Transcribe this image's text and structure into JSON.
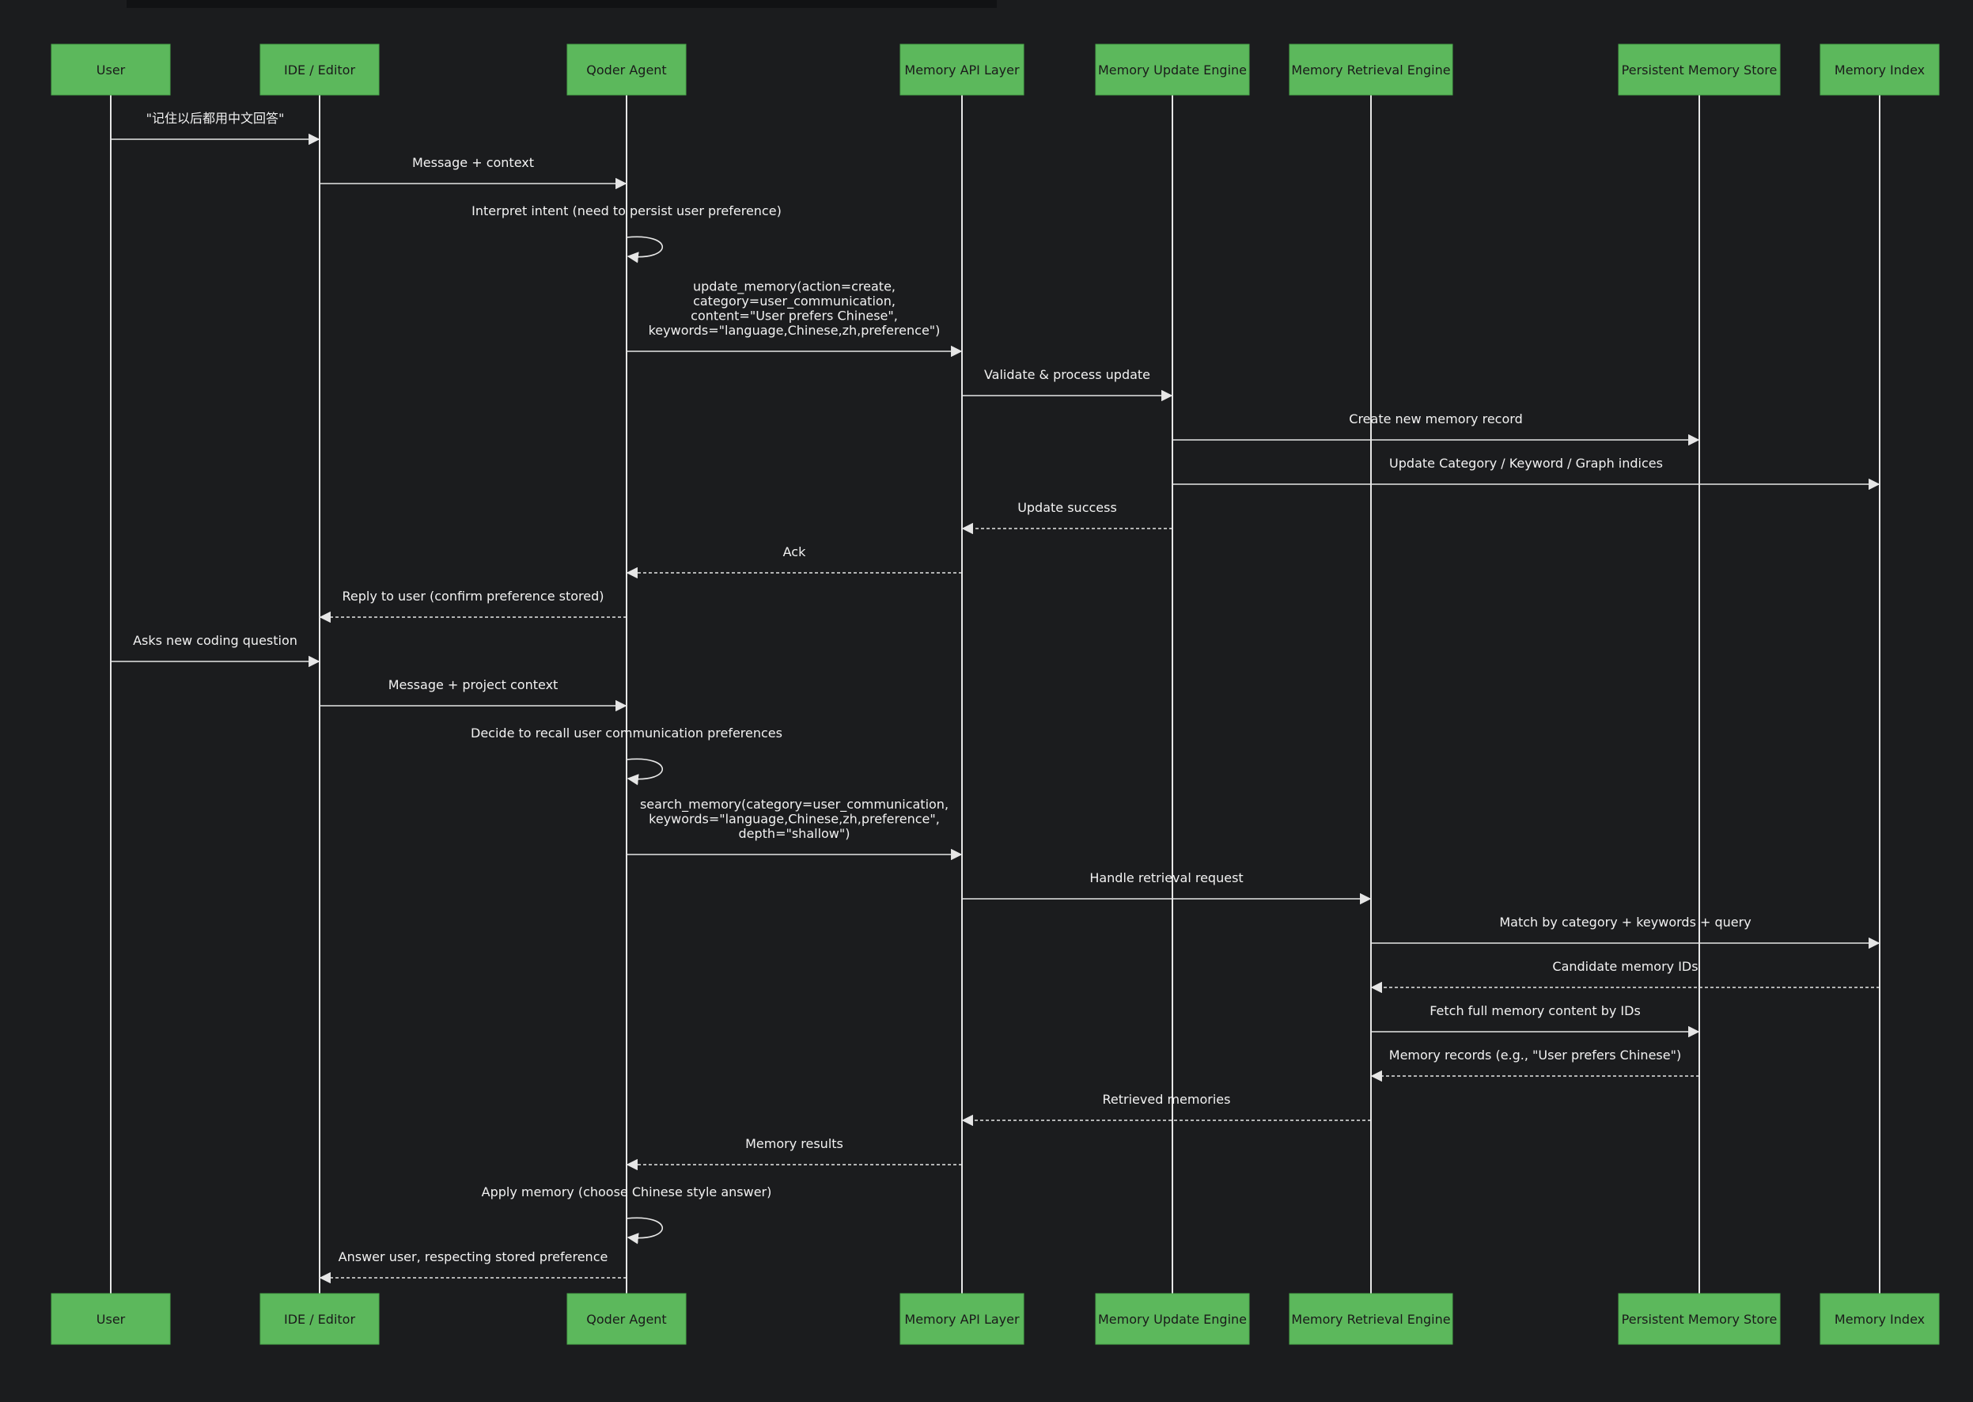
{
  "colors": {
    "background": "#1b1c1e",
    "actor_fill": "#5cb85c",
    "line": "#e6e6e6",
    "text": "#f2f2f2"
  },
  "actors": [
    {
      "id": "user",
      "label": "User"
    },
    {
      "id": "ide",
      "label": "IDE / Editor"
    },
    {
      "id": "agent",
      "label": "Qoder Agent"
    },
    {
      "id": "api",
      "label": "Memory API Layer"
    },
    {
      "id": "update",
      "label": "Memory Update Engine"
    },
    {
      "id": "retrieval",
      "label": "Memory Retrieval Engine"
    },
    {
      "id": "store",
      "label": "Persistent Memory Store"
    },
    {
      "id": "index",
      "label": "Memory Index"
    }
  ],
  "messages": [
    {
      "from": "user",
      "to": "ide",
      "style": "solid",
      "lines": [
        "\"记住以后都用中文回答\""
      ]
    },
    {
      "from": "ide",
      "to": "agent",
      "style": "solid",
      "lines": [
        "Message + context"
      ]
    },
    {
      "from": "agent",
      "to": "agent",
      "style": "self",
      "lines": [
        "Interpret intent (need to persist user preference)"
      ]
    },
    {
      "from": "agent",
      "to": "api",
      "style": "solid",
      "lines": [
        "update_memory(action=create,",
        "category=user_communication,",
        "content=\"User prefers Chinese\",",
        "keywords=\"language,Chinese,zh,preference\")"
      ]
    },
    {
      "from": "api",
      "to": "update",
      "style": "solid",
      "lines": [
        "Validate & process update"
      ]
    },
    {
      "from": "update",
      "to": "store",
      "style": "solid",
      "lines": [
        "Create new memory record"
      ]
    },
    {
      "from": "update",
      "to": "index",
      "style": "solid",
      "lines": [
        "Update Category / Keyword / Graph indices"
      ]
    },
    {
      "from": "update",
      "to": "api",
      "style": "dashed",
      "lines": [
        "Update success"
      ]
    },
    {
      "from": "api",
      "to": "agent",
      "style": "dashed",
      "lines": [
        "Ack"
      ]
    },
    {
      "from": "agent",
      "to": "ide",
      "style": "dashed",
      "lines": [
        "Reply to user (confirm preference stored)"
      ]
    },
    {
      "from": "user",
      "to": "ide",
      "style": "solid",
      "lines": [
        "Asks new coding question"
      ]
    },
    {
      "from": "ide",
      "to": "agent",
      "style": "solid",
      "lines": [
        "Message + project context"
      ]
    },
    {
      "from": "agent",
      "to": "agent",
      "style": "self",
      "lines": [
        "Decide to recall user communication preferences"
      ]
    },
    {
      "from": "agent",
      "to": "api",
      "style": "solid",
      "lines": [
        "search_memory(category=user_communication,",
        "keywords=\"language,Chinese,zh,preference\",",
        "depth=\"shallow\")"
      ]
    },
    {
      "from": "api",
      "to": "retrieval",
      "style": "solid",
      "lines": [
        "Handle retrieval request"
      ]
    },
    {
      "from": "retrieval",
      "to": "index",
      "style": "solid",
      "lines": [
        "Match by category + keywords + query"
      ]
    },
    {
      "from": "index",
      "to": "retrieval",
      "style": "dashed",
      "lines": [
        "Candidate memory IDs"
      ]
    },
    {
      "from": "retrieval",
      "to": "store",
      "style": "solid",
      "lines": [
        "Fetch full memory content by IDs"
      ]
    },
    {
      "from": "store",
      "to": "retrieval",
      "style": "dashed",
      "lines": [
        "Memory records (e.g., \"User prefers Chinese\")"
      ]
    },
    {
      "from": "retrieval",
      "to": "api",
      "style": "dashed",
      "lines": [
        "Retrieved memories"
      ]
    },
    {
      "from": "api",
      "to": "agent",
      "style": "dashed",
      "lines": [
        "Memory results"
      ]
    },
    {
      "from": "agent",
      "to": "agent",
      "style": "self",
      "lines": [
        "Apply memory (choose Chinese style answer)"
      ]
    },
    {
      "from": "agent",
      "to": "ide",
      "style": "dashed",
      "lines": [
        "Answer user, respecting stored preference"
      ]
    }
  ]
}
